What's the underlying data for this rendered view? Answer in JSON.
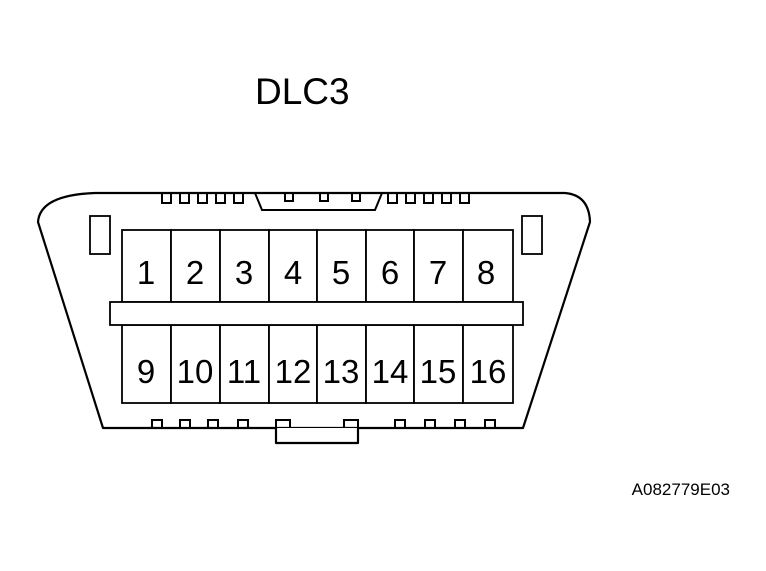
{
  "title": "DLC3",
  "reference_code": "A082779E03",
  "connector": {
    "top_row_pins": [
      "1",
      "2",
      "3",
      "4",
      "5",
      "6",
      "7",
      "8"
    ],
    "bottom_row_pins": [
      "9",
      "10",
      "11",
      "12",
      "13",
      "14",
      "15",
      "16"
    ]
  }
}
